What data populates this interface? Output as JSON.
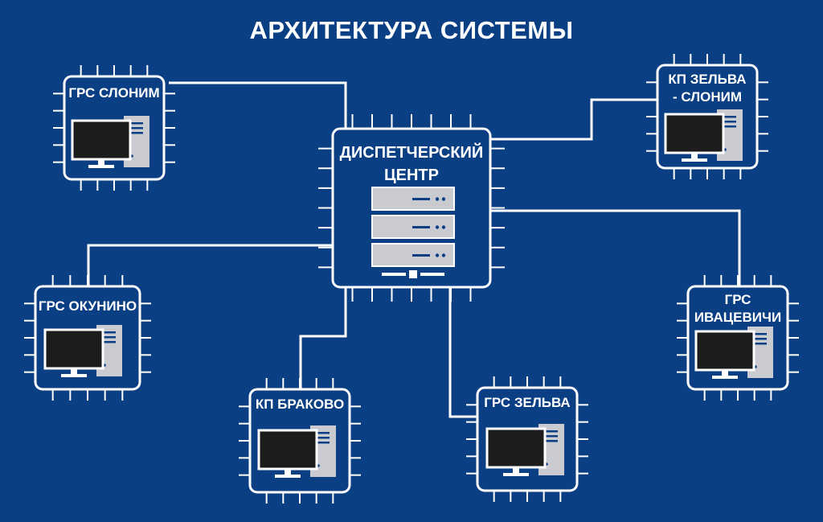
{
  "title": "АРХИТЕКТУРА СИСТЕМЫ",
  "center": {
    "label": "ДИСПЕТЧЕРСКИЙ\nЦЕНТР",
    "icon": "server-rack-icon"
  },
  "nodes": [
    {
      "id": "grs-slonim",
      "label": "ГРС СЛОНИМ",
      "icon": "desktop-computer-icon"
    },
    {
      "id": "kp-zelva-slonim",
      "label": "КП ЗЕЛЬВА\n- СЛОНИМ",
      "icon": "desktop-computer-icon"
    },
    {
      "id": "grs-okunino",
      "label": "ГРС ОКУНИНО",
      "icon": "desktop-computer-icon"
    },
    {
      "id": "grs-ivatsevichi",
      "label": "ГРС\nИВАЦЕВИЧИ",
      "icon": "desktop-computer-icon"
    },
    {
      "id": "kp-brakovo",
      "label": "КП БРАКОВО",
      "icon": "desktop-computer-icon"
    },
    {
      "id": "grs-zelva",
      "label": "ГРС ЗЕЛЬВА",
      "icon": "desktop-computer-icon"
    }
  ],
  "colors": {
    "background": "#0b3f84",
    "line": "#ffffff",
    "screen": "#1c1c1c",
    "tower": "#c9cbd0",
    "accent": "#0b3f84"
  }
}
